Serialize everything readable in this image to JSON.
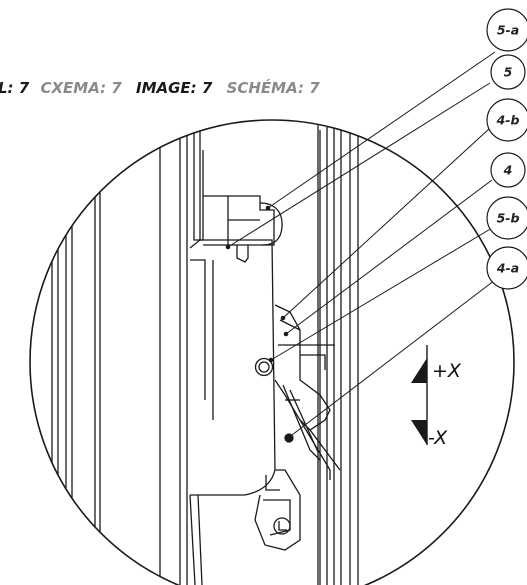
{
  "header": {
    "parts": [
      {
        "text": "L: 7",
        "color": "#1a1a1a"
      },
      {
        "text": "CXEMA: 7",
        "color": "#8a8a8a"
      },
      {
        "text": "IMAGE: 7",
        "color": "#1a1a1a"
      },
      {
        "text": "SCHÉMA: 7",
        "color": "#8a8a8a"
      }
    ]
  },
  "callouts": [
    "5-a",
    "5",
    "4-b",
    "4",
    "5-b",
    "4-a"
  ],
  "axis": {
    "plus_label": "+X",
    "minus_label": "-X"
  },
  "colors": {
    "line": "#1a1a1a",
    "circle_fill": "#ffffff",
    "gray_text": "#8a8a8a"
  }
}
